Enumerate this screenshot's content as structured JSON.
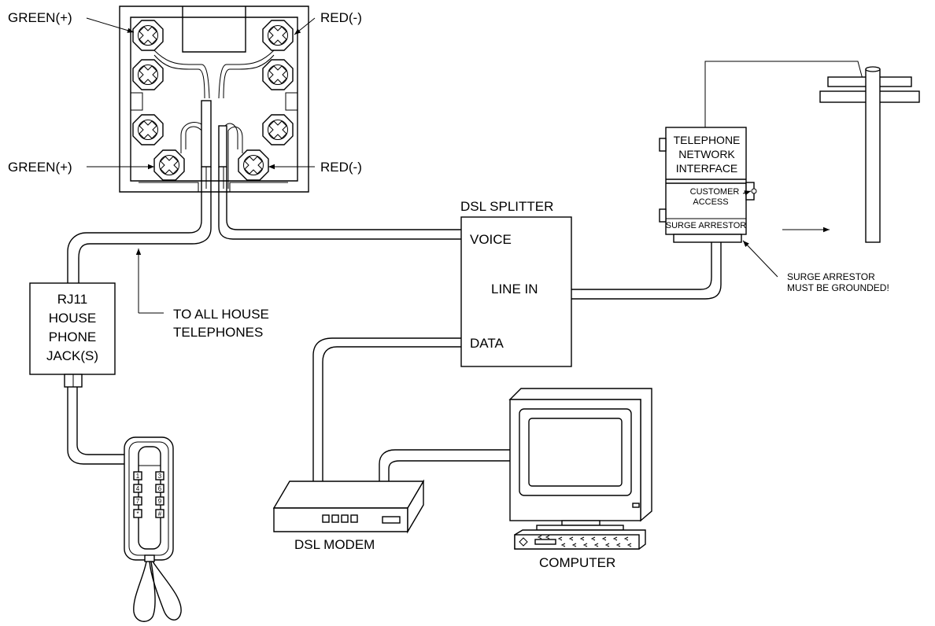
{
  "terminal_block": {
    "top_left_label": "GREEN(+)",
    "top_right_label": "RED(-)",
    "bottom_left_label": "GREEN(+)",
    "bottom_right_label": "RED(-)"
  },
  "house_wiring": {
    "note_line1": "TO ALL HOUSE",
    "note_line2": "TELEPHONES"
  },
  "house_jack": {
    "line1": "RJ11",
    "line2": "HOUSE",
    "line3": "PHONE",
    "line4": "JACK(S)"
  },
  "splitter": {
    "title": "DSL SPLITTER",
    "voice_port": "VOICE",
    "line_in_port": "LINE IN",
    "data_port": "DATA"
  },
  "nid": {
    "line1": "TELEPHONE",
    "line2": "NETWORK",
    "line3": "INTERFACE",
    "customer_line1": "CUSTOMER",
    "customer_line2": "ACCESS",
    "surge": "SURGE ARRESTOR"
  },
  "surge_note": {
    "line1": "SURGE ARRESTOR",
    "line2": "MUST BE GROUNDED!"
  },
  "modem": {
    "label": "DSL MODEM"
  },
  "computer": {
    "label": "COMPUTER"
  },
  "phone_keys": [
    "1",
    "3",
    "4",
    "6",
    "7",
    "9",
    "*",
    "#"
  ],
  "icons": {
    "screw": "terminal-screw-icon",
    "phone": "wall-telephone-icon",
    "modem": "dsl-modem-icon",
    "computer": "desktop-computer-icon",
    "pole": "utility-pole-icon"
  }
}
